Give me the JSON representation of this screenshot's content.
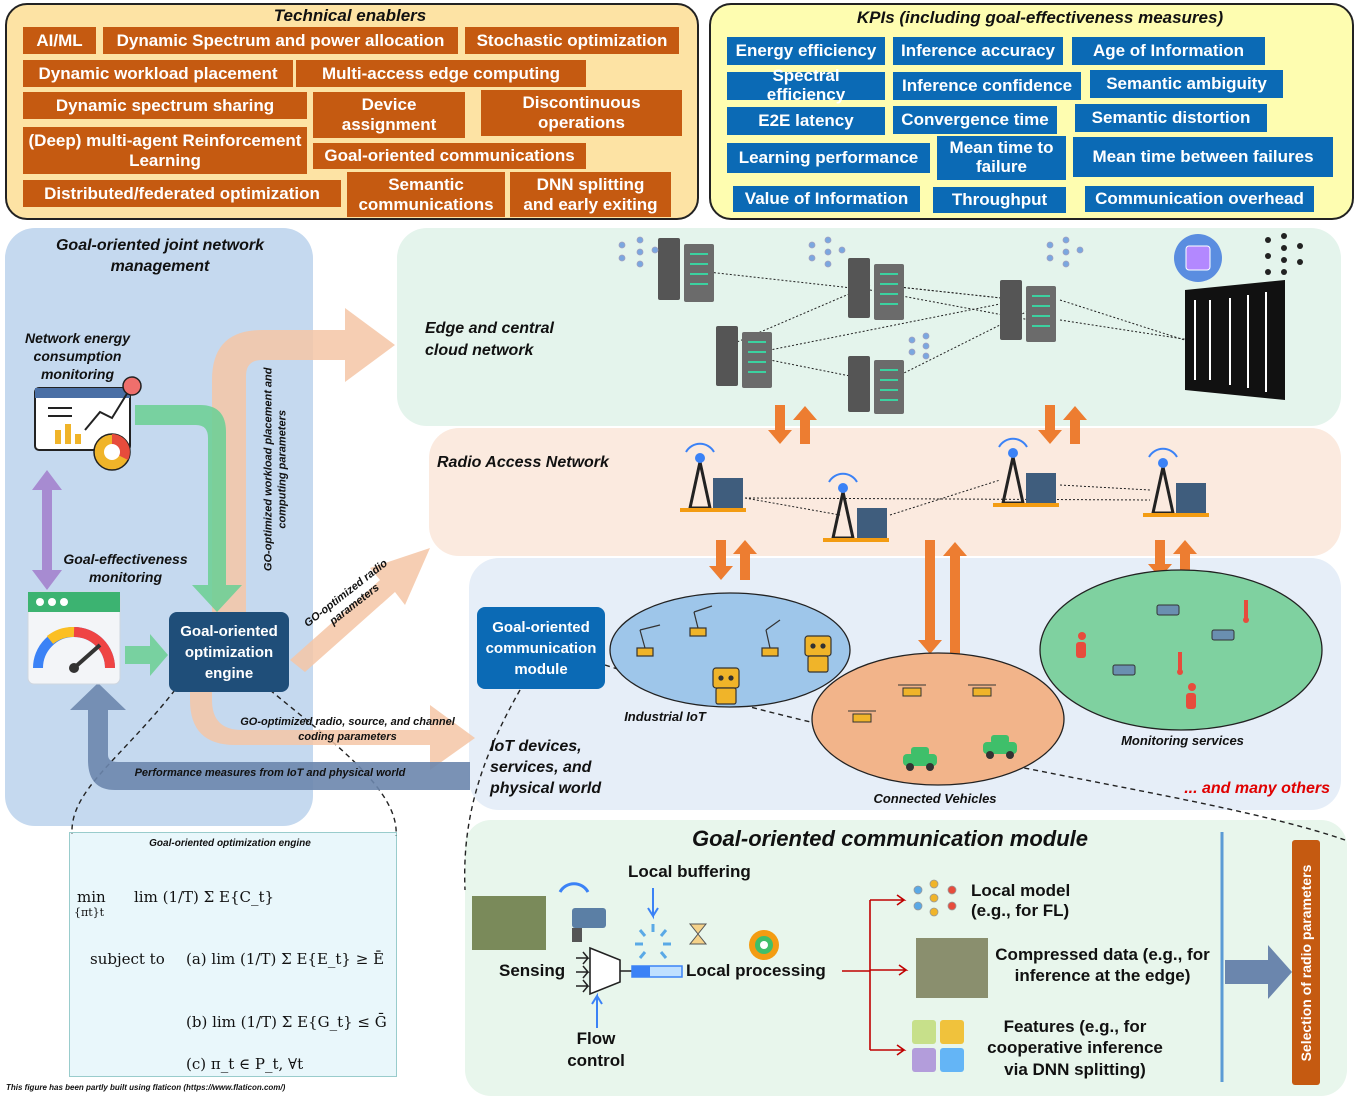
{
  "technical_enablers": {
    "title": "Technical enablers",
    "items": [
      "AI/ML",
      "Dynamic Spectrum and power allocation",
      "Stochastic optimization",
      "Dynamic workload placement",
      "Multi-access edge computing",
      "Dynamic spectrum sharing",
      "Device assignment",
      "Discontinuous operations",
      "(Deep) multi-agent Reinforcement Learning",
      "Goal-oriented communications",
      "Distributed/federated optimization",
      "Semantic communications",
      "DNN splitting and early exiting"
    ]
  },
  "kpis": {
    "title": "KPIs (including goal-effectiveness measures)",
    "items": [
      "Energy efficiency",
      "Inference accuracy",
      "Age of Information",
      "Spectral efficiency",
      "Inference confidence",
      "Semantic ambiguity",
      "E2E latency",
      "Convergence time",
      "Semantic distortion",
      "Learning performance",
      "Mean time to failure",
      "Mean time between failures",
      "Value of Information",
      "Throughput",
      "Communication overhead"
    ]
  },
  "management": {
    "title": "Goal-oriented joint network management",
    "energy_monitoring": "Network energy consumption monitoring",
    "goal_monitoring": "Goal-effectiveness monitoring",
    "engine": "Goal-oriented optimization engine"
  },
  "arrows": {
    "workload": "GO-optimized workload placement and computing parameters",
    "radio": "GO-optimized radio parameters",
    "coding": "GO-optimized radio, source, and channel coding parameters",
    "performance": "Performance measures from IoT and physical world"
  },
  "network": {
    "cloud": "Edge and central cloud network",
    "ran": "Radio Access Network",
    "iot": "IoT devices, services, and physical world",
    "comm_module": "Goal-oriented communication module",
    "industrial": "Industrial IoT",
    "vehicles": "Connected Vehicles",
    "monitoring": "Monitoring services",
    "others": "... and many others"
  },
  "engine_box": {
    "title": "Goal-oriented optimization engine",
    "objective_min": "min",
    "objective_sub": "{πt}t",
    "objective": "lim  (1/T) Σ E{C_t}",
    "subject_to": "subject to",
    "c_a": "(a)  lim (1/T) Σ E{E_t} ≥ Ē",
    "c_b": "(b)  lim (1/T) Σ E{G_t} ≤ Ḡ",
    "c_c": "(c)  π_t ∈ P_t,  ∀t"
  },
  "module": {
    "title": "Goal-oriented communication module",
    "local_buffering": "Local buffering",
    "sensing": "Sensing",
    "local_processing": "Local processing",
    "flow_control": "Flow control",
    "local_model": "Local model (e.g., for FL)",
    "compressed": "Compressed data (e.g., for inference at the edge)",
    "features": "Features (e.g., for cooperative inference via DNN splitting)",
    "selection": "Selection of radio parameters"
  },
  "footer": "This figure has been partly built using flaticon (https://www.flaticon.com/)",
  "colors": {
    "enablers_bg": "#fde3a4",
    "enabler_tag": "#c55a11",
    "kpi_bg": "#fefdb0",
    "kpi_tag": "#0b6ab5",
    "mgmt_bg": "#c5d9ef",
    "engine_bg": "#1f4e79",
    "cloud_bg": "#e4f4ec",
    "ran_bg": "#fbeadf",
    "iot_bg": "#e6eef8",
    "module_bg": "#e8f6ec"
  }
}
